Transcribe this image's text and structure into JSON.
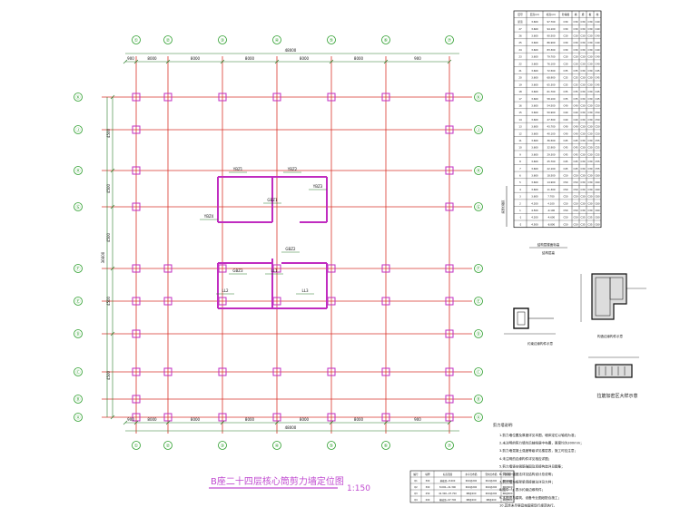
{
  "drawing": {
    "title": "B座二十四层核心筒剪力墙定位图",
    "scale": "1:150"
  },
  "axes": {
    "top": [
      "①",
      "②",
      "③",
      "④",
      "⑤",
      "⑥",
      "⑦"
    ],
    "bottom": [
      "①",
      "②",
      "③",
      "④",
      "⑤",
      "⑥",
      "⑦"
    ],
    "left": [
      "Ⓚ",
      "Ⓙ",
      "Ⓗ",
      "Ⓖ",
      "Ⓕ",
      "Ⓔ",
      "Ⓓ",
      "Ⓒ",
      "Ⓑ",
      "Ⓐ"
    ],
    "right": [
      "Ⓚ",
      "Ⓙ",
      "Ⓗ",
      "Ⓖ",
      "Ⓕ",
      "Ⓔ",
      "Ⓓ",
      "Ⓒ",
      "Ⓑ",
      "Ⓐ"
    ]
  },
  "dimensions": {
    "top_overall": "48000",
    "top_spans": [
      "900",
      "8000",
      "8000",
      "8000",
      "8000",
      "8000",
      "900"
    ],
    "bottom_spans": [
      "900",
      "8000",
      "8000",
      "8000",
      "8000",
      "8000",
      "900"
    ],
    "bottom_overall": "48000",
    "left_overall": "36600",
    "left_spans": [
      "4500",
      "4500",
      "4500",
      "4500",
      "4500"
    ]
  },
  "table": {
    "headers": [
      "层号",
      "层高(m)",
      "标高(m)",
      "砼等级",
      "墙",
      "梁",
      "板",
      "柱"
    ],
    "rows": [
      [
        "屋顶",
        "3.600",
        "97.700",
        "C30",
        "C30",
        "C30",
        "C30",
        "C40"
      ],
      [
        "27",
        "3.600",
        "94.100",
        "C30",
        "C30",
        "C30",
        "C30",
        "C40"
      ],
      [
        "26",
        "3.600",
        "90.500",
        "C30",
        "C30",
        "C30",
        "C30",
        "C40"
      ],
      [
        "25",
        "3.600",
        "86.900",
        "C30",
        "C30",
        "C30",
        "C30",
        "C40"
      ],
      [
        "24",
        "3.600",
        "83.300",
        "C30",
        "C30",
        "C30",
        "C30",
        "C40"
      ],
      [
        "23",
        "3.600",
        "79.700",
        "C30",
        "C30",
        "C30",
        "C30",
        "C40"
      ],
      [
        "22",
        "3.600",
        "76.100",
        "C30",
        "C30",
        "C30",
        "C30",
        "C40"
      ],
      [
        "21",
        "3.600",
        "72.500",
        "C35",
        "C35",
        "C30",
        "C30",
        "C45"
      ],
      [
        "20",
        "3.600",
        "68.900",
        "C35",
        "C35",
        "C30",
        "C30",
        "C45"
      ],
      [
        "19",
        "3.600",
        "65.300",
        "C35",
        "C35",
        "C30",
        "C30",
        "C45"
      ],
      [
        "18",
        "3.600",
        "61.700",
        "C35",
        "C35",
        "C30",
        "C30",
        "C45"
      ],
      [
        "17",
        "3.600",
        "58.100",
        "C35",
        "C35",
        "C30",
        "C30",
        "C45"
      ],
      [
        "16",
        "3.600",
        "54.500",
        "C40",
        "C40",
        "C30",
        "C30",
        "C50"
      ],
      [
        "15",
        "3.600",
        "50.900",
        "C40",
        "C40",
        "C30",
        "C30",
        "C50"
      ],
      [
        "14",
        "3.600",
        "47.300",
        "C40",
        "C40",
        "C30",
        "C30",
        "C50"
      ],
      [
        "13",
        "3.600",
        "43.700",
        "C40",
        "C40",
        "C30",
        "C30",
        "C50"
      ],
      [
        "12",
        "3.600",
        "40.100",
        "C40",
        "C40",
        "C30",
        "C30",
        "C50"
      ],
      [
        "11",
        "3.600",
        "36.500",
        "C45",
        "C45",
        "C30",
        "C30",
        "C55"
      ],
      [
        "10",
        "3.600",
        "32.900",
        "C45",
        "C45",
        "C30",
        "C30",
        "C55"
      ],
      [
        "9",
        "3.600",
        "29.300",
        "C45",
        "C45",
        "C30",
        "C30",
        "C55"
      ],
      [
        "8",
        "3.600",
        "25.700",
        "C45",
        "C45",
        "C30",
        "C30",
        "C55"
      ],
      [
        "7",
        "3.600",
        "22.100",
        "C45",
        "C45",
        "C30",
        "C30",
        "C55"
      ],
      [
        "6",
        "3.600",
        "18.500",
        "C50",
        "C50",
        "C30",
        "C30",
        "C60"
      ],
      [
        "5",
        "3.600",
        "14.900",
        "C50",
        "C50",
        "C30",
        "C30",
        "C60"
      ],
      [
        "4",
        "3.600",
        "11.300",
        "C50",
        "C50",
        "C30",
        "C30",
        "C60"
      ],
      [
        "3",
        "3.600",
        "7.700",
        "C50",
        "C50",
        "C30",
        "C30",
        "C60"
      ],
      [
        "2",
        "4.200",
        "4.100",
        "C50",
        "C50",
        "C30",
        "C30",
        "C60"
      ],
      [
        "1",
        "4.500",
        "-0.100",
        "C50",
        "C50",
        "C30",
        "C30",
        "C60"
      ],
      [
        "-1",
        "4.200",
        "-4.600",
        "C50",
        "C50",
        "C35",
        "C35",
        "C60"
      ],
      [
        "-2",
        "4.500",
        "-8.800",
        "C50",
        "C50",
        "C35",
        "C35",
        "C60"
      ]
    ],
    "side_label": "底部加强区",
    "caption_line1": "结构层楼面标高",
    "caption_line2": "结构层高"
  },
  "details": {
    "detail_a_caption": "约束边缘构件示意",
    "detail_b_caption": "构造边缘构件示意",
    "detail_c_caption": "拉筋加密区大样示意"
  },
  "notes": {
    "heading": "剪力墙说明:",
    "lines": [
      "1.剪力墙位置及厚度详见本图，墙体定位以轴线为准；",
      "2.未注明的剪力墙均沿轴线居中布置，厚度均为300mm；",
      "3.剪力墙混凝土强度等级详见楼层表，施工时应注意；",
      "4.未注明的边缘构件详见相应详图；",
      "5.剪力墙竖向钢筋锚固及连接构造详见图集；",
      "6.洞口补强做法详见结构设计总说明；",
      "7.剪力墙与框架梁连接做法详见大样；",
      "8.图中「」表示约束边缘构件；",
      "9.本图须与建筑、设备专业图纸配合施工；",
      "10.其余未尽事宜按国家现行规范执行。"
    ]
  },
  "small_table": {
    "headers": [
      "编号",
      "墙厚",
      "标高范围",
      "水平分布筋",
      "竖向分布筋",
      "拉筋"
    ],
    "rows": [
      [
        "Q1",
        "300",
        "基础顶~8.000",
        "Φ10@200",
        "Φ12@200",
        "Φ6@600"
      ],
      [
        "Q2",
        "300",
        "8.000~41.300",
        "Φ10@200",
        "Φ10@200",
        "Φ6@600"
      ],
      [
        "Q3",
        "250",
        "41.300~97.700",
        "Φ8@200",
        "Φ10@200",
        "Φ6@600"
      ],
      [
        "Q4",
        "200",
        "基础顶~97.700",
        "Φ8@200",
        "Φ8@200",
        "Φ6@600"
      ]
    ]
  },
  "core_labels": [
    "YBZ1",
    "YBZ2",
    "YBZ3",
    "YBZ4",
    "GBZ1",
    "GBZ2",
    "GBZ3",
    "LL1",
    "LL2",
    "LL3"
  ],
  "colors": {
    "grid": "#d9342b",
    "dim": "#2a7d2a",
    "axis_circle": "#2a9d2a",
    "column": "#c02cc0",
    "wall": "#c02cc0",
    "title": "#c04ad0",
    "black": "#111111"
  }
}
